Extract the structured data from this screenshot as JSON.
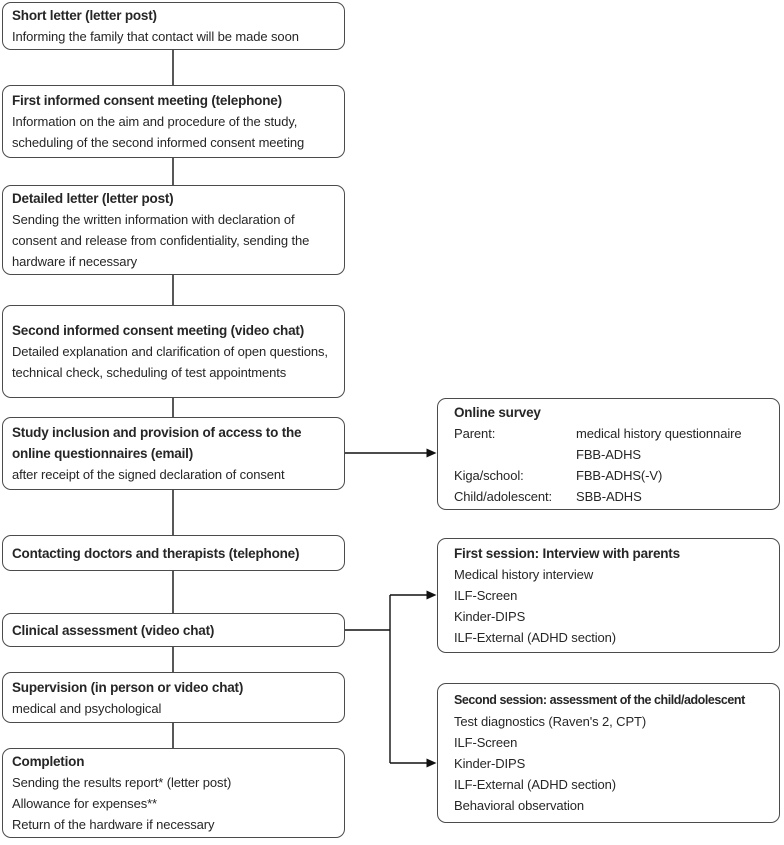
{
  "colors": {
    "box_border": "#4b4b4b",
    "text": "#262626",
    "connector": "#111111",
    "background": "#ffffff"
  },
  "diagram": {
    "left_boxes": [
      {
        "title": "Short letter (letter post)",
        "body": "Informing the family that contact will be made soon"
      },
      {
        "title": "First informed consent meeting (telephone)",
        "body": "Information on the aim and procedure of the study, scheduling of the second informed consent meeting"
      },
      {
        "title": "Detailed letter (letter post)",
        "body": "Sending the written information with declaration of consent and release from confidentiality, sending the hardware if necessary"
      },
      {
        "title": "Second informed consent meeting (video chat)",
        "body": "Detailed explanation and clarification of open questions, technical check, scheduling of test appointments"
      },
      {
        "title": "Study inclusion and provision of access to the online questionnaires (email)",
        "body": "after receipt of the signed declaration of consent"
      },
      {
        "title": "Contacting doctors and therapists (telephone)",
        "body": ""
      },
      {
        "title": "Clinical assessment (video chat)",
        "body": ""
      },
      {
        "title": "Supervision (in person or video chat)",
        "body": "medical and psychological"
      },
      {
        "title": "Completion",
        "items": [
          "Sending the results report* (letter post)",
          "Allowance for expenses**",
          "Return of the hardware if necessary"
        ]
      }
    ],
    "right_boxes": [
      {
        "title": "Online survey",
        "rows": [
          {
            "label": "Parent:",
            "value": "medical history questionnaire"
          },
          {
            "label": "",
            "value": "FBB-ADHS"
          },
          {
            "label": "Kiga/school:",
            "value": "FBB-ADHS(-V)"
          },
          {
            "label": "Child/adolescent:",
            "value": "SBB-ADHS"
          }
        ]
      },
      {
        "title": "First session: Interview with parents",
        "items": [
          "Medical history interview",
          "ILF-Screen",
          "Kinder-DIPS",
          "ILF-External (ADHD section)"
        ]
      },
      {
        "title": "Second session: assessment of the child/adolescent",
        "items": [
          "Test diagnostics (Raven's 2, CPT)",
          "ILF-Screen",
          "Kinder-DIPS",
          "ILF-External (ADHD section)",
          "Behavioral observation"
        ]
      }
    ]
  }
}
